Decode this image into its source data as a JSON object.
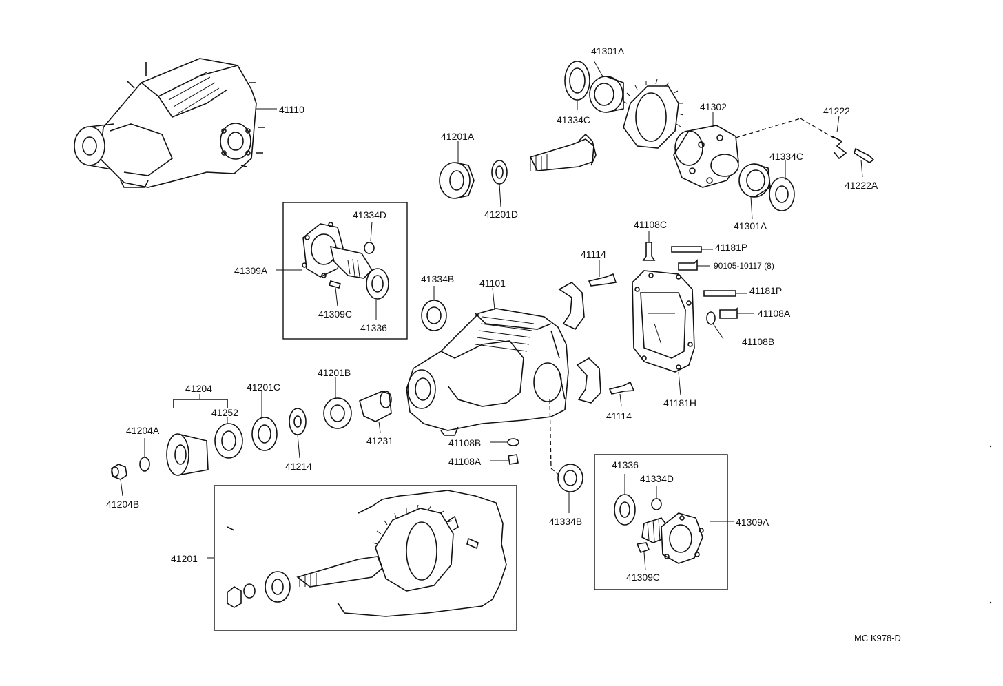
{
  "labels": {
    "l41110": "41110",
    "l41301A_top": "41301A",
    "l41334C_top": "41334C",
    "l41302": "41302",
    "l41222": "41222",
    "l41201A": "41201A",
    "l41334C_right": "41334C",
    "l41222A": "41222A",
    "l41201D": "41201D",
    "l41301A_bottom": "41301A",
    "l41334D_box1": "41334D",
    "l41108C": "41108C",
    "l41181P_top": "41181P",
    "l41114_top": "41114",
    "l90105": "90105-10117 (8)",
    "l41309A_left": "41309A",
    "l41334B_mid": "41334B",
    "l41101": "41101",
    "l41181P_mid": "41181P",
    "l41108A_right": "41108A",
    "l41309C_box1": "41309C",
    "l41336_box1": "41336",
    "l41108B_right": "41108B",
    "l41204": "41204",
    "l41201C": "41201C",
    "l41201B": "41201B",
    "l41181H": "41181H",
    "l41252": "41252",
    "l41114_bottom": "41114",
    "l41204A": "41204A",
    "l41231": "41231",
    "l41108B_mid": "41108B",
    "l41214": "41214",
    "l41108A_mid": "41108A",
    "l41336_box2": "41336",
    "l41334D_box2": "41334D",
    "l41204B": "41204B",
    "l41334B_bottom": "41334B",
    "l41309A_right": "41309A",
    "l41201": "41201",
    "l41309C_box2": "41309C"
  },
  "diagram_code": "MC  K978-D"
}
